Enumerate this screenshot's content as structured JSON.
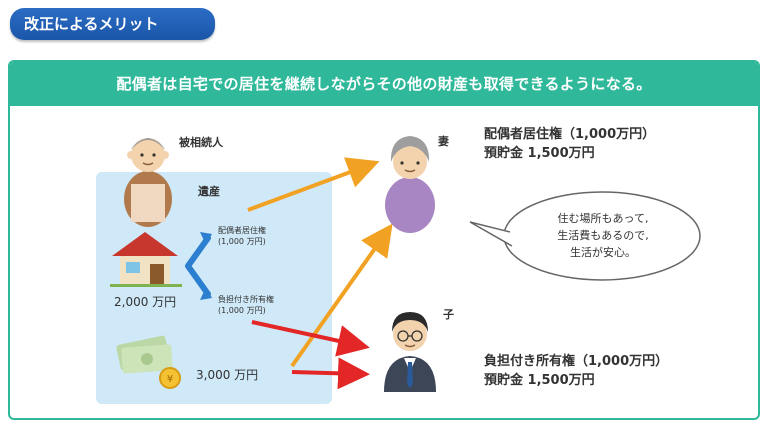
{
  "header": {
    "title": "改正によるメリット"
  },
  "panel": {
    "title": "配偶者は自宅での居住を継続しながらその他の財産も取得できるようになる。"
  },
  "people": {
    "deceased": "被相続人",
    "wife": "妻",
    "child": "子"
  },
  "estate": {
    "label": "遺産",
    "house_amount": "2,000 万円",
    "cash_amount": "3,000 万円",
    "split_residence_line1": "配偶者居住権",
    "split_residence_line2": "(1,000 万円)",
    "split_ownership_line1": "負担付き所有権",
    "split_ownership_line2": "(1,000 万円)"
  },
  "wife_result": {
    "line1": "配偶者居住権（1,000万円）",
    "line2": "預貯金 1,500万円"
  },
  "child_result": {
    "line1": "負担付き所有権（1,000万円）",
    "line2": "預貯金 1,500万円"
  },
  "bubble": {
    "line1": "住む場所もあって,",
    "line2": "生活費もあるので,",
    "line3": "生活が安心。"
  },
  "colors": {
    "header_blue": "#1f5fb5",
    "teal": "#2fb89a",
    "estate_bg": "#cfe9f8",
    "orange_arrow": "#f2a223",
    "red_arrow": "#e32626",
    "blue_arrow": "#2c7fd0"
  }
}
